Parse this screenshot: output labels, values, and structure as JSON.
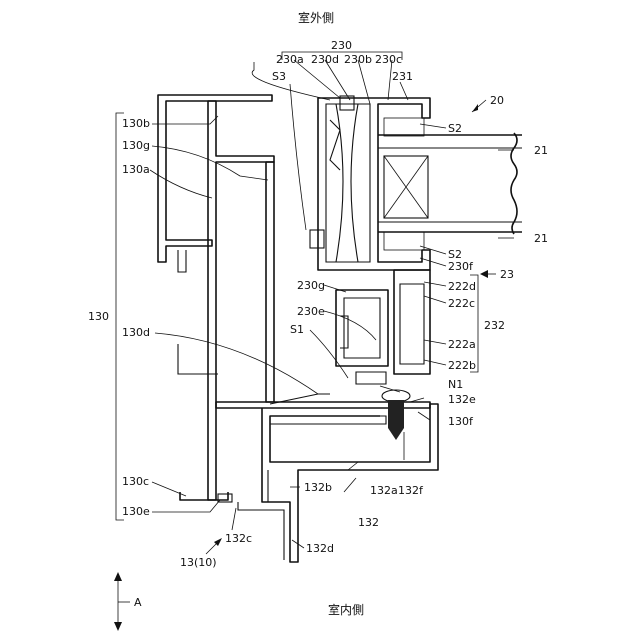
{
  "header": {
    "exterior_side": "室外側"
  },
  "footer": {
    "interior_side": "室内側",
    "direction": "A"
  },
  "labels": {
    "l230": "230",
    "l230a": "230a",
    "l230d": "230d",
    "l230b": "230b",
    "l230c": "230c",
    "l231": "231",
    "l20": "20",
    "lS3": "S3",
    "lS2a": "S2",
    "lS2b": "S2",
    "l21a": "21",
    "l21b": "21",
    "l230f": "230f",
    "l23": "23",
    "l130b": "130b",
    "l130g": "130g",
    "l130a": "130a",
    "l130": "130",
    "l130d": "130d",
    "l130c": "130c",
    "l130e": "130e",
    "l230g": "230g",
    "l230e": "230e",
    "lS1": "S1",
    "l222d": "222d",
    "l222c": "222c",
    "l222a": "222a",
    "l222b": "222b",
    "l232": "232",
    "lN1": "N1",
    "l132e": "132e",
    "l130f": "130f",
    "l132a": "132a",
    "l132f": "132f",
    "l132b": "132b",
    "l132": "132",
    "l132c": "132c",
    "l132d": "132d",
    "l13": "13(10)"
  }
}
